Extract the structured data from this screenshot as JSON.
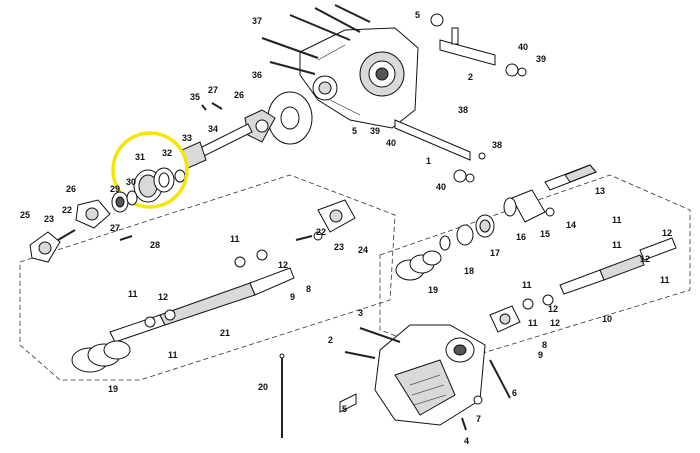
{
  "highlight": {
    "color": "#f5e600"
  },
  "labels": {
    "l37": "37",
    "l35": "35",
    "l27a": "27",
    "l36": "36",
    "l26a": "26",
    "l34": "34",
    "l33": "33",
    "l32": "32",
    "l31": "31",
    "l30": "30",
    "l29a": "29",
    "l26b": "26",
    "l22a": "22",
    "l25": "25",
    "l23a": "23",
    "l27b": "27",
    "l28": "28",
    "l40a": "40",
    "l39a": "39",
    "l38a": "38",
    "l2a": "2",
    "l5a": "5",
    "l5b": "5",
    "l39b": "39",
    "l40b": "40",
    "l1": "1",
    "l38b": "38",
    "l40c": "40",
    "l13": "13",
    "l14": "14",
    "l15": "15",
    "l16": "16",
    "l17": "17",
    "l18": "18",
    "l19a": "19",
    "l11a": "11",
    "l12a": "12",
    "l11b": "11",
    "l10": "10",
    "l11c": "11",
    "l12b": "12",
    "l8a": "8",
    "l9a": "9",
    "l11d": "11",
    "l22b": "22",
    "l23b": "23",
    "l24": "24",
    "l11e": "11",
    "l12c": "12",
    "l9b": "9",
    "l8b": "8",
    "l11f": "11",
    "l12d": "12",
    "l21": "21",
    "l11g": "11",
    "l19b": "19",
    "l20": "20",
    "l3": "3",
    "l2b": "2",
    "l5c": "5",
    "l4": "4",
    "l6": "6",
    "l7": "7",
    "l12e": "12",
    "l11h": "11",
    "l12f": "12"
  }
}
